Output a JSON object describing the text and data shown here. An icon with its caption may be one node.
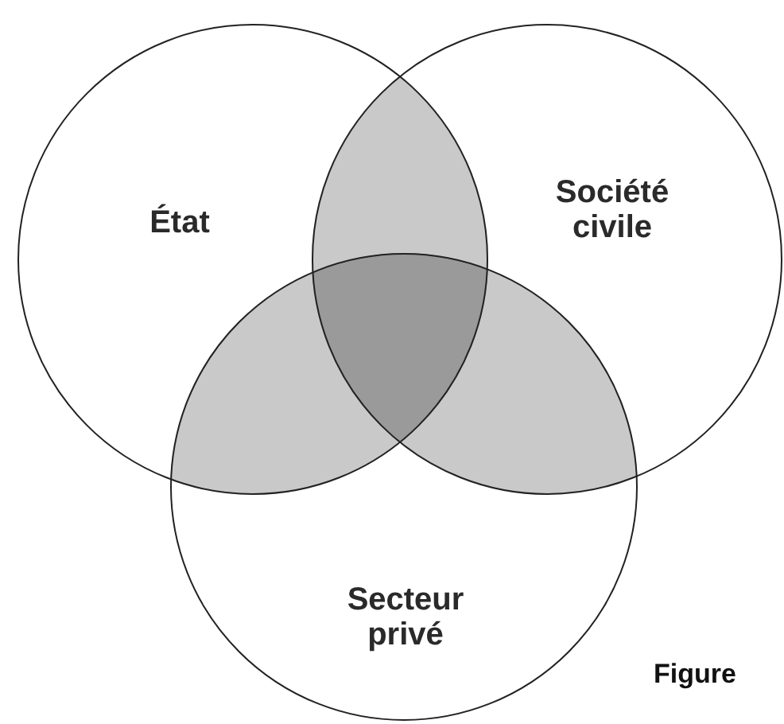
{
  "diagram": {
    "nodes": [
      {
        "text": [
          "État"
        ]
      },
      {
        "text": [
          "Société civile"
        ]
      },
      {
        "text": [
          "Secteur privé"
        ]
      }
    ],
    "labels": [
      "Figure"
    ]
  }
}
